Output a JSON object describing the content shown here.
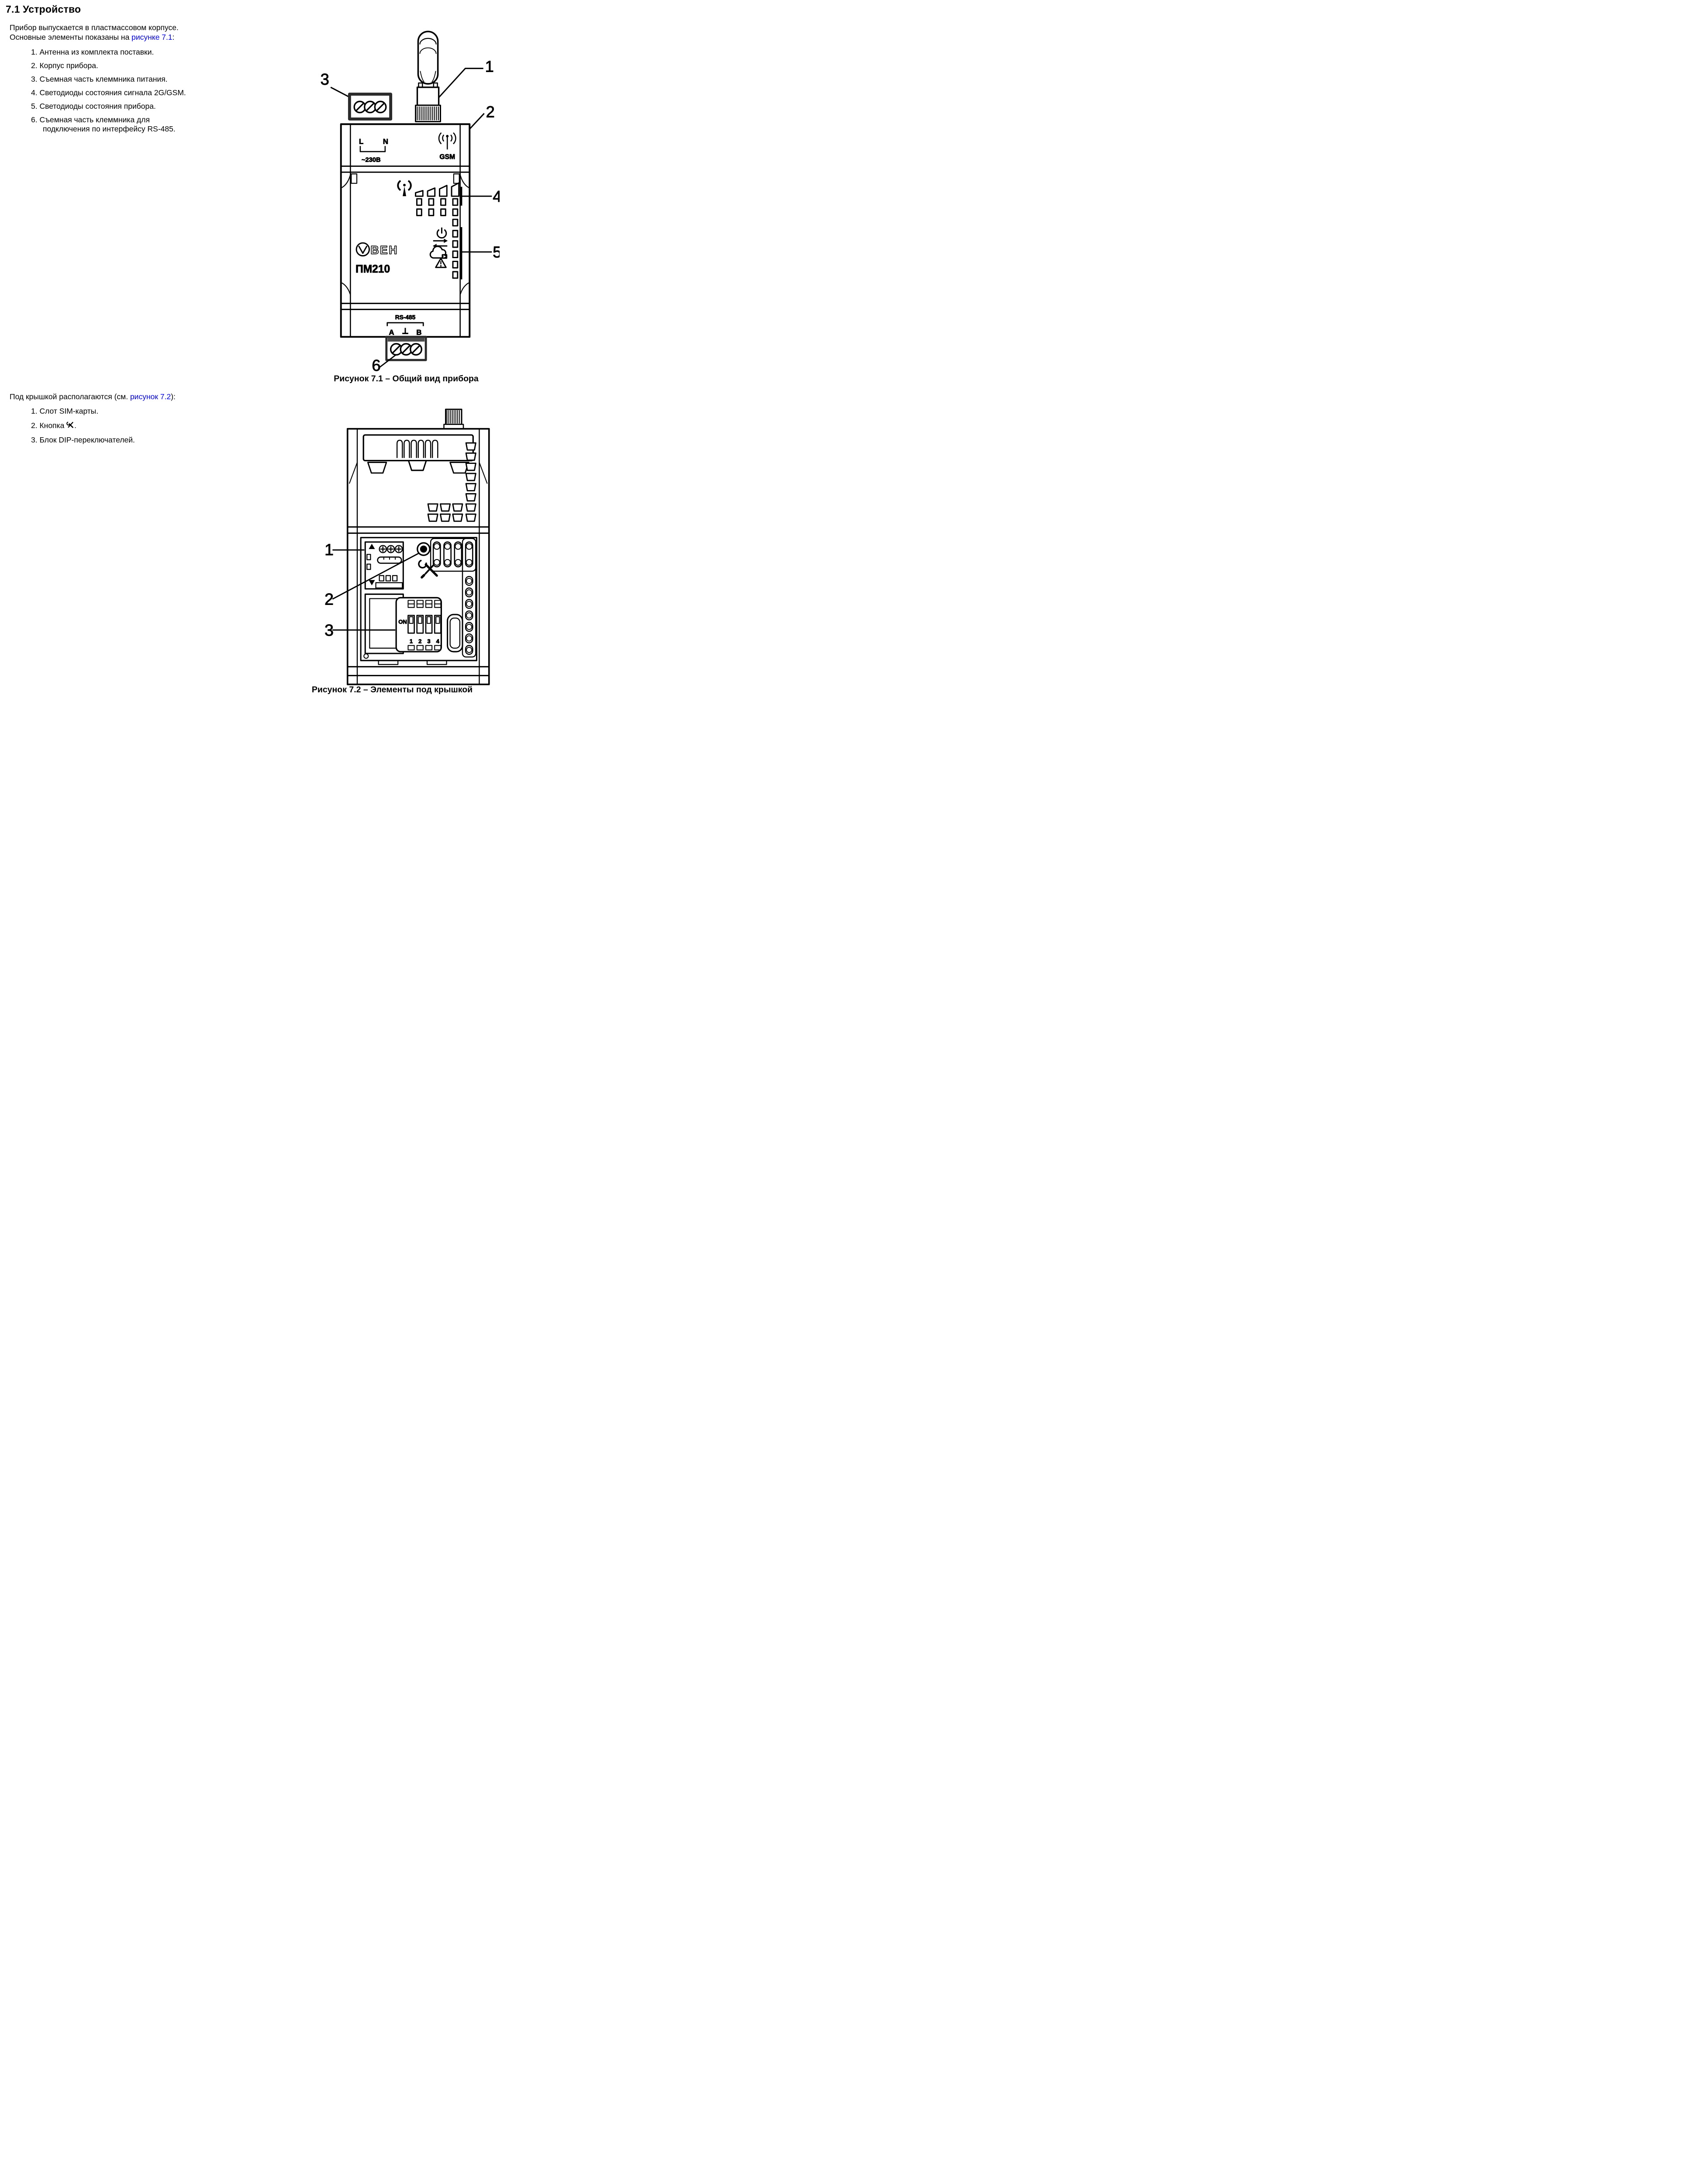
{
  "colors": {
    "paper": "#ffffff",
    "ink": "#000000",
    "link": "#0000EE"
  },
  "heading": "7.1 Устройство",
  "intro": {
    "line1": "Прибор выпускается в пластмассовом корпусе.",
    "line2_prefix": "Основные элементы показаны на ",
    "line2_link": "рисунке 7.1",
    "line2_suffix": ":"
  },
  "main_elements": [
    "1. Антенна из комплекта поставки.",
    "2. Корпус прибора.",
    "3. Съемная часть клеммника питания.",
    "4. Светодиоды состояния сигнала 2G/GSM.",
    "5. Светодиоды состояния прибора.",
    "6. Съемная часть клеммника для",
    "подключения по интерфейсу RS-485."
  ],
  "under_cover": {
    "intro_prefix": "Под крышкой располагаются (см. ",
    "intro_link": "рисунок 7.2",
    "intro_suffix": "):",
    "items": [
      {
        "text": "1. Слот SIM-карты."
      },
      {
        "prefix": "2. Кнопка ",
        "icon": "wrench-icon",
        "suffix": "."
      },
      {
        "text": "3. Блок DIP-переключателей."
      }
    ]
  },
  "figure1": {
    "caption": "Рисунок 7.1 – Общий вид прибора",
    "callouts": {
      "c1": "1",
      "c2": "2",
      "c3": "3",
      "c4": "4",
      "c5": "5",
      "c6": "6"
    },
    "device": {
      "power_l": "L",
      "power_n": "N",
      "power_voltage": "~230В",
      "gsm": "GSM",
      "brand_logo_letters": "ВЕН",
      "model": "ПМ210",
      "rs485": "RS-485",
      "rs485_a": "A",
      "rs485_b": "B"
    }
  },
  "figure2": {
    "caption": "Рисунок 7.2 – Элементы под крышкой",
    "callouts": {
      "c1": "1",
      "c2": "2",
      "c3": "3"
    },
    "dip": {
      "on": "ON",
      "n1": "1",
      "n2": "2",
      "n3": "3",
      "n4": "4"
    }
  }
}
